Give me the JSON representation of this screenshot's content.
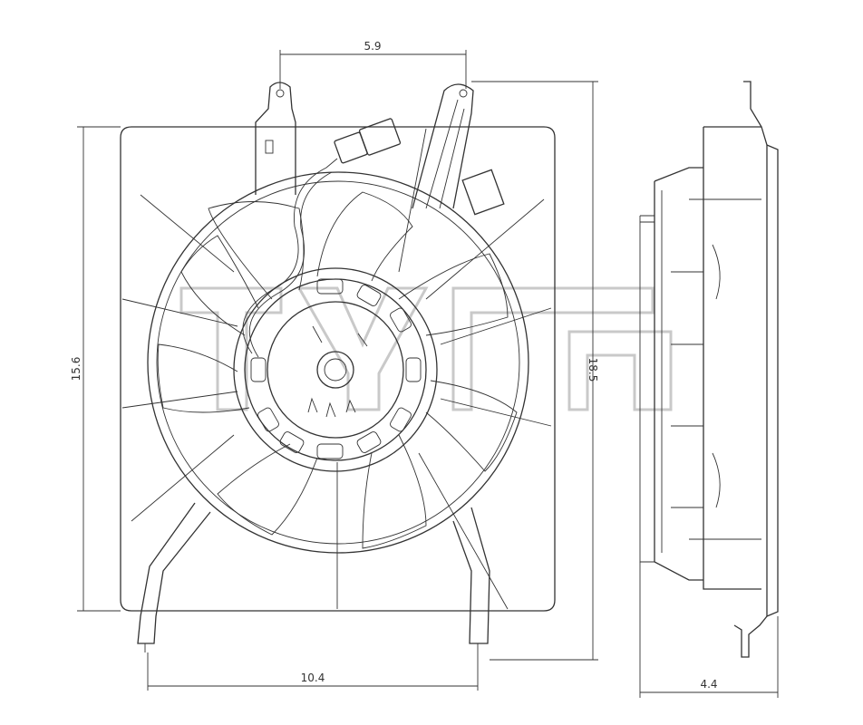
{
  "dimensions": {
    "top_width": "5.9",
    "frame_height": "15.6",
    "overall_height": "18.5",
    "mount_width": "10.4",
    "depth": "4.4"
  },
  "views": {
    "front": "front-view",
    "side": "side-view"
  },
  "colors": {
    "line": "#333333",
    "watermark": "#c9c9c9",
    "background": "#ffffff"
  }
}
